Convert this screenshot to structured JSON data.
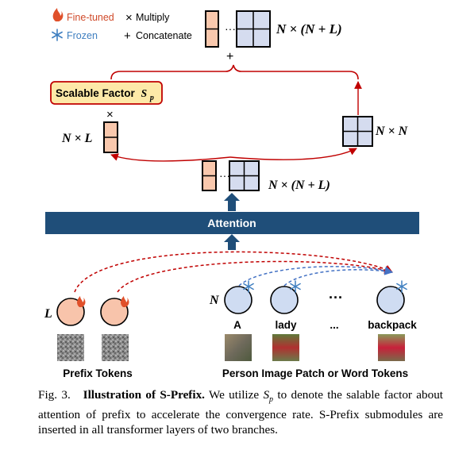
{
  "legend": {
    "fine_tuned": "Fine-tuned",
    "frozen": "Frozen",
    "multiply_symbol": "×",
    "multiply": "Multiply",
    "concat_symbol": "+",
    "concatenate": "Concatenate"
  },
  "top_dimension": "N × (N + L)",
  "top_plus": "+",
  "scalable_factor": {
    "label": "Scalable Factor",
    "symbol": "S",
    "subscript": "p"
  },
  "multiply_sign": "×",
  "left_dimension": "N × L",
  "right_dimension": "N × N",
  "middle_dimension": "N × (N + L)",
  "attention_label": "Attention",
  "left_tokens": {
    "dim_label": "L",
    "group_label": "Prefix Tokens"
  },
  "right_tokens": {
    "dim_label": "N",
    "ellipsis": "···",
    "words": [
      "A",
      "lady",
      "...",
      "backpack"
    ],
    "group_label": "Person Image Patch or Word Tokens"
  },
  "caption": {
    "fig": "Fig. 3.",
    "title": "Illustration of S-Prefix.",
    "text_before": "We utilize",
    "symbol": "S",
    "subscript": "p",
    "text_after": "to denote the salable factor about attention of prefix to accelerate the convergence rate. S-Prefix submodules are inserted in all transformer layers of two branches."
  },
  "colors": {
    "attention_bar": "#1f4e79",
    "fine_tuned_fill": "#f9c8ad",
    "frozen_fill": "#d5dcef",
    "token_fill_left": "#f8c4ab",
    "token_fill_right": "#cfdcf2",
    "red_arrow": "#c00000",
    "blue_dashed": "#4472c4",
    "fine_tuned_text": "#d04a2a",
    "frozen_text": "#3f7fc0"
  }
}
